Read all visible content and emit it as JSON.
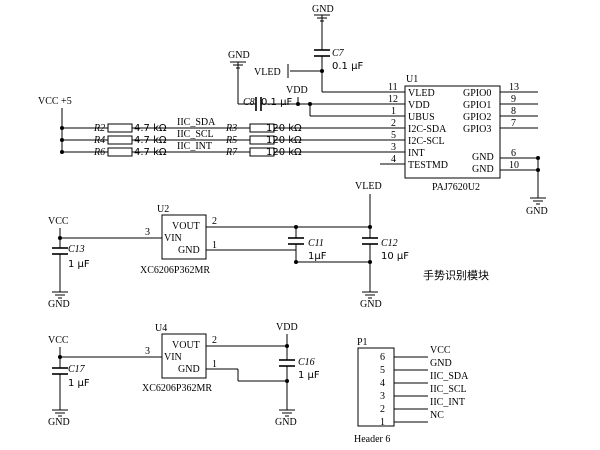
{
  "power": {
    "gnd": "GND",
    "vled": "VLED",
    "vdd": "VDD",
    "vcc": "VCC",
    "vcc5": "VCC +5"
  },
  "u1": {
    "ref": "U1",
    "part": "PAJ7620U2",
    "left_pins": [
      {
        "name": "VLED",
        "num": "11"
      },
      {
        "name": "VDD",
        "num": "12"
      },
      {
        "name": "UBUS",
        "num": "1"
      },
      {
        "name": "I2C-SDA",
        "num": "2"
      },
      {
        "name": "I2C-SCL",
        "num": "5"
      },
      {
        "name": "INT",
        "num": "3"
      },
      {
        "name": "TESTMD",
        "num": "4"
      }
    ],
    "right_pins": [
      {
        "name": "GPIO0",
        "num": "13"
      },
      {
        "name": "GPIO1",
        "num": "9"
      },
      {
        "name": "GPIO2",
        "num": "8"
      },
      {
        "name": "GPIO3",
        "num": "7"
      },
      {
        "name": "GND",
        "num": "6"
      },
      {
        "name": "GND",
        "num": "10"
      }
    ]
  },
  "passives": {
    "c7": {
      "ref": "C7",
      "value": "0.1 μF"
    },
    "c8": {
      "ref": "C8",
      "value": "0.1 μF"
    },
    "pullups": [
      {
        "ref": "R2",
        "value": "4.7 kΩ"
      },
      {
        "ref": "R4",
        "value": "4.7 kΩ"
      },
      {
        "ref": "R6",
        "value": "4.7 kΩ"
      }
    ],
    "series": [
      {
        "ref": "R3",
        "value": "120 kΩ"
      },
      {
        "ref": "R5",
        "value": "120 kΩ"
      },
      {
        "ref": "R7",
        "value": "120 kΩ"
      }
    ],
    "c11": {
      "ref": "C11",
      "value": "1μF"
    },
    "c12": {
      "ref": "C12",
      "value": "10 μF"
    },
    "c13": {
      "ref": "C13",
      "value": "1 μF"
    },
    "c16": {
      "ref": "C16",
      "value": "1 μF"
    },
    "c17": {
      "ref": "C17",
      "value": "1 μF"
    }
  },
  "nets": {
    "sda": "IIC_SDA",
    "scl": "IIC_SCL",
    "int": "IIC_INT"
  },
  "u2": {
    "ref": "U2",
    "part": "XC6206P362MR",
    "vout": "VOUT",
    "vin": "VIN",
    "gnd": "GND",
    "pin_vout": "2",
    "pin_vin": "3",
    "pin_gnd": "1"
  },
  "u4": {
    "ref": "U4",
    "part": "XC6206P362MR",
    "vout": "VOUT",
    "vin": "VIN",
    "gnd": "GND",
    "pin_vout": "2",
    "pin_vin": "3",
    "pin_gnd": "1"
  },
  "module_label": "手势识别模块",
  "p1": {
    "ref": "P1",
    "part": "Header 6",
    "pins": [
      {
        "num": "6",
        "net": "VCC"
      },
      {
        "num": "5",
        "net": "GND"
      },
      {
        "num": "4",
        "net": "IIC_SDA"
      },
      {
        "num": "3",
        "net": "IIC_SCL"
      },
      {
        "num": "2",
        "net": "IIC_INT"
      },
      {
        "num": "1",
        "net": "NC"
      }
    ]
  }
}
